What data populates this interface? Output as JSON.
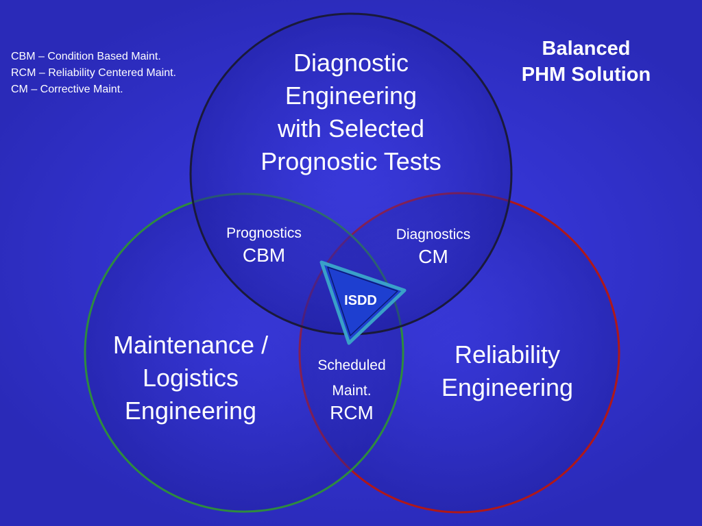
{
  "legend": {
    "items": [
      "CBM – Condition Based Maint.",
      "RCM – Reliability Centered Maint.",
      "CM – Corrective Maint."
    ]
  },
  "title": {
    "line1": "Balanced",
    "line2": "PHM Solution"
  },
  "circles": {
    "top": {
      "lines": [
        "Diagnostic",
        "Engineering",
        "with Selected",
        "Prognostic Tests"
      ],
      "stroke": "#1a1a3a"
    },
    "left": {
      "lines": [
        "Maintenance /",
        "Logistics",
        "Engineering"
      ],
      "stroke": "#2e8b3e"
    },
    "right": {
      "lines": [
        "Reliability",
        "Engineering"
      ],
      "stroke": "#b01818"
    }
  },
  "overlaps": {
    "top_left": {
      "small": "Prognostics",
      "big": "CBM"
    },
    "top_right": {
      "small": "Diagnostics",
      "big": "CM"
    },
    "left_right": {
      "small1": "Scheduled",
      "small2": "Maint.",
      "big": "RCM"
    }
  },
  "center": {
    "label": "ISDD",
    "fill": "#1e3fd0",
    "stroke": "#3aa0c8"
  },
  "colors": {
    "background": "#3636d6",
    "text": "#ffffff"
  }
}
